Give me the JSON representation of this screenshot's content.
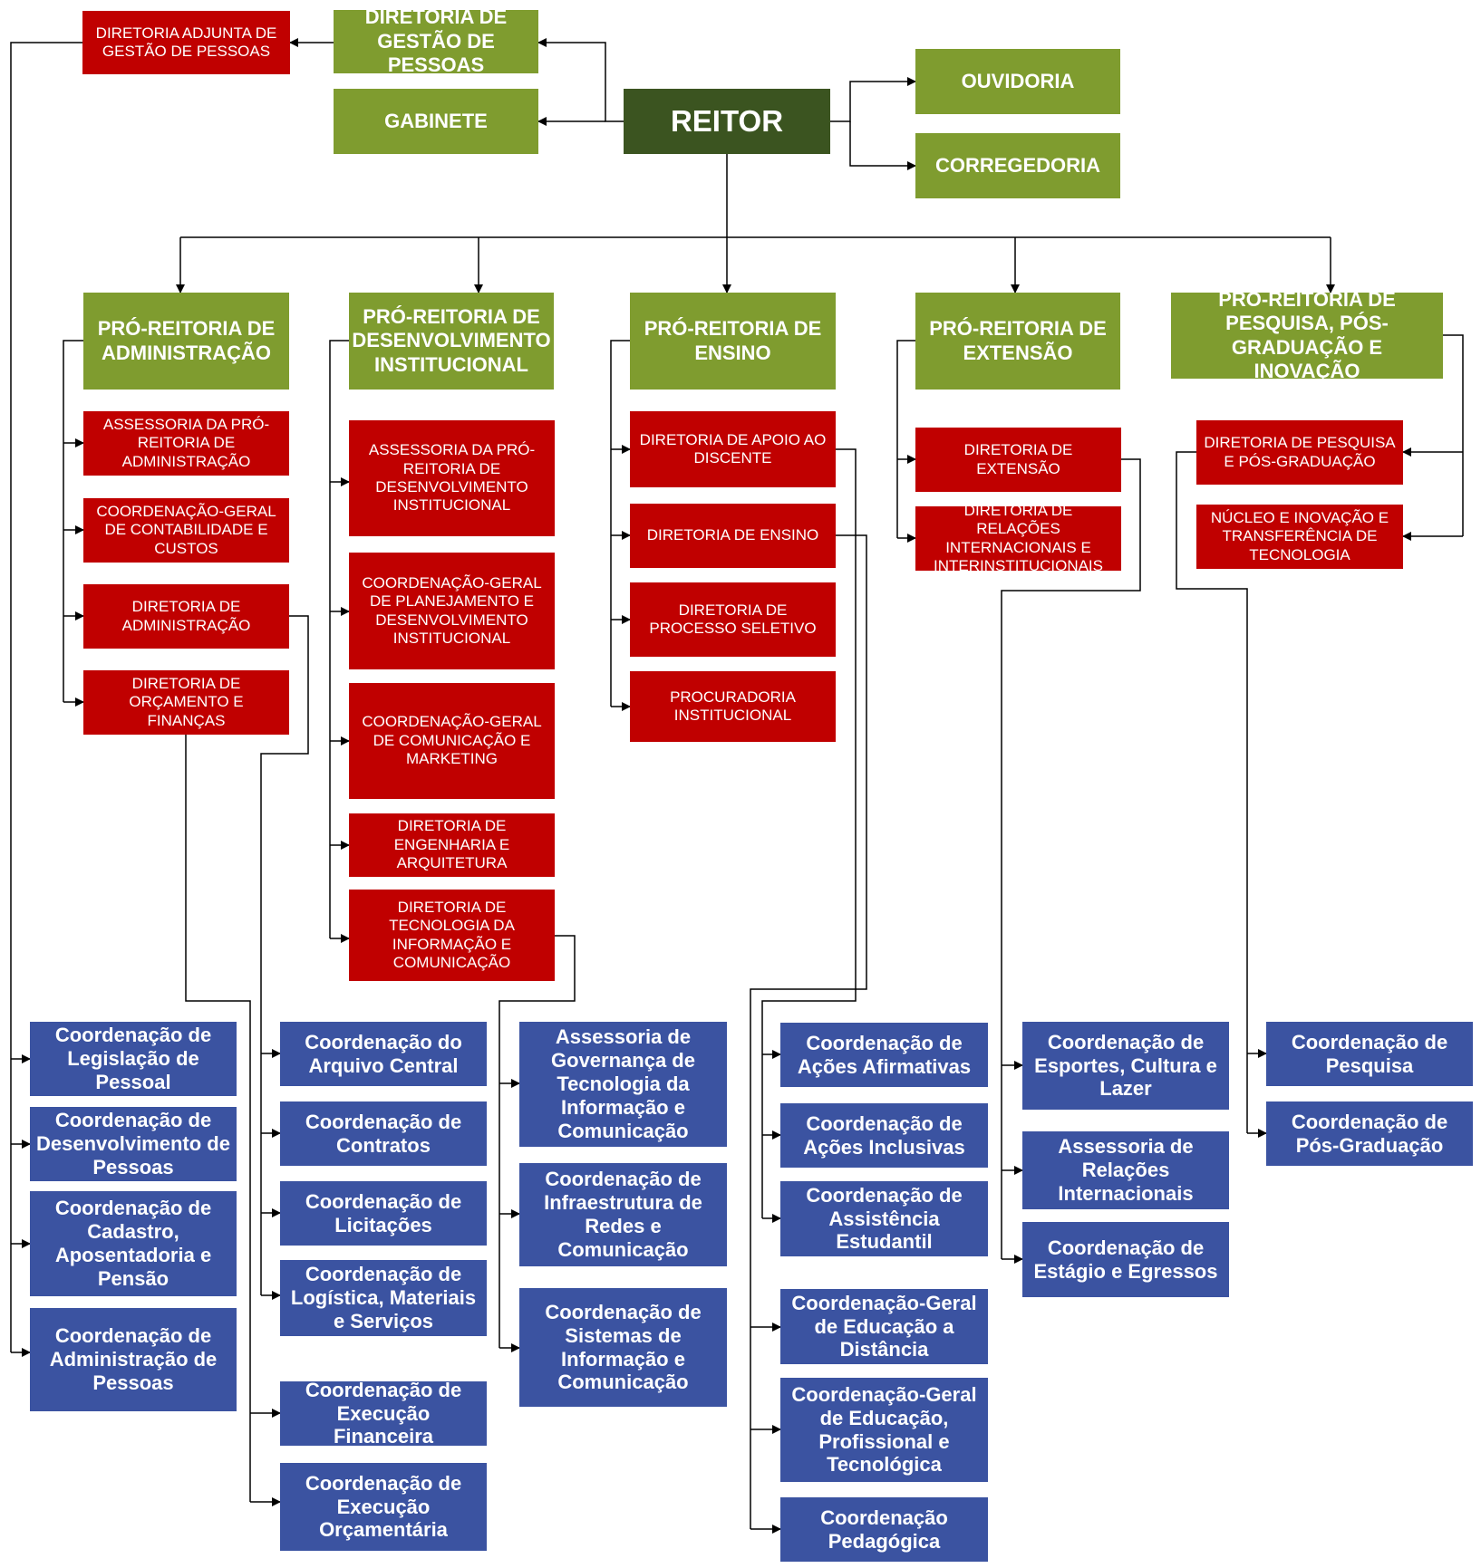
{
  "colors": {
    "top_unit": "#3b5420",
    "pro_reitoria": "#7f9c2f",
    "diretoria": "#c00000",
    "coordenacao": "#3b53a1",
    "connector": "#000000"
  },
  "units": {
    "reitor": "REITOR",
    "dgp": "DIRETORIA DE GESTÃO DE PESSOAS",
    "dagp": "DIRETORIA ADJUNTA DE GESTÃO DE PESSOAS",
    "gabinete": "GABINETE",
    "ouvidoria": "OUVIDORIA",
    "corregedoria": "CORREGEDORIA",
    "pr_adm": "PRÓ-REITORIA DE ADMINISTRAÇÃO",
    "pr_di": "PRÓ-REITORIA DE DESENVOLVIMENTO INSTITUCIONAL",
    "pr_ens": "PRÓ-REITORIA DE ENSINO",
    "pr_ext": "PRÓ-REITORIA DE EXTENSÃO",
    "pr_pesq": "PRÓ-REITORIA DE PESQUISA, PÓS-GRADUAÇÃO E INOVAÇÃO",
    "adm_assess": "ASSESSORIA DA PRÓ-REITORIA DE ADMINISTRAÇÃO",
    "adm_cg": "COORDENAÇÃO-GERAL DE CONTABILIDADE E CUSTOS",
    "adm_dir": "DIRETORIA  DE ADMINISTRAÇÃO",
    "adm_orc": "DIRETORIA  DE ORÇAMENTO E FINANÇAS",
    "di_assess": "ASSESSORIA DA PRÓ-REITORIA DE DESENVOLVIMENTO INSTITUCIONAL",
    "di_cgplan": "COORDENAÇÃO-GERAL DE PLANEJAMENTO E DESENVOLVIMENTO INSTITUCIONAL",
    "di_cgcom": "COORDENAÇÃO-GERAL DE COMUNICAÇÃO E MARKETING",
    "di_eng": "DIRETORIA  DE ENGENHARIA E ARQUITETURA",
    "di_tic": "DIRETORIA DE TECNOLOGIA DA INFORMAÇÃO E COMUNICAÇÃO",
    "ens_apoio": "DIRETORIA DE APOIO AO DISCENTE",
    "ens_dir": "DIRETORIA  DE ENSINO",
    "ens_proc": "DIRETORIA DE PROCESSO SELETIVO",
    "ens_procur": "PROCURADORIA INSTITUCIONAL",
    "ext_dir": "DIRETORIA  DE EXTENSÃO",
    "ext_rel": "DIRETORIA DE RELAÇÕES INTERNACIONAIS E INTERINSTITUCIONAIS",
    "pesq_dir": "DIRETORIA  DE PESQUISA E PÓS-GRADUAÇÃO",
    "pesq_nucleo": "NÚCLEO E INOVAÇÃO E TRANSFERÊNCIA DE TECNOLOGIA",
    "c_leg": "Coordenação de Legislação de Pessoal",
    "c_desenv": "Coordenação de Desenvolvimento de Pessoas",
    "c_cad": "Coordenação de Cadastro, Aposentadoria e Pensão",
    "c_admp": "Coordenação de Administração de Pessoas",
    "c_arq": "Coordenação do Arquivo Central",
    "c_contr": "Coordenação de Contratos",
    "c_licit": "Coordenação de Licitações",
    "c_log": "Coordenação de Logística, Materiais e Serviços",
    "c_fin": "Coordenação de Execução Financeira",
    "c_orc": "Coordenação de Execução Orçamentária",
    "c_gov": "Assessoria de Governança de Tecnologia da Informação e Comunicação",
    "c_infra": "Coordenação de Infraestrutura de Redes e Comunicação",
    "c_sist": "Coordenação de Sistemas de Informação e Comunicação",
    "c_afirm": "Coordenação de Ações Afirmativas",
    "c_incl": "Coordenação de Ações Inclusivas",
    "c_assist": "Coordenação de Assistência Estudantil",
    "c_ead": "Coordenação-Geral de Educação a Distância",
    "c_edu": "Coordenação-Geral de Educação, Profissional e Tecnológica",
    "c_ped": "Coordenação Pedagógica",
    "c_esp": "Coordenação de Esportes, Cultura e Lazer",
    "c_relint": "Assessoria de Relações Internacionais",
    "c_est": "Coordenação de Estágio e Egressos",
    "c_pesq": "Coordenação de Pesquisa",
    "c_pos": "Coordenação de Pós-Graduação"
  }
}
